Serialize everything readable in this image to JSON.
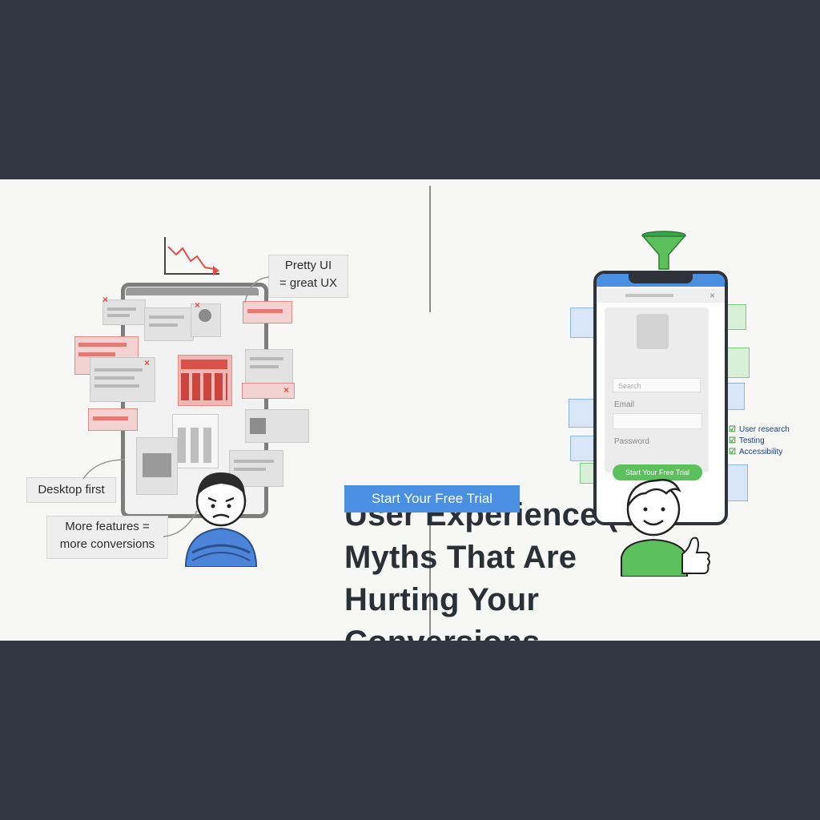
{
  "headline": {
    "line1": "User Experience (UX)",
    "line2": "Myths That Are",
    "line3": "Hurting Your",
    "line4": "Conversions"
  },
  "cta_label": "Start Your Free Trial",
  "myths": {
    "pretty_ui_line1": "Pretty UI",
    "pretty_ui_line2": "= great UX",
    "desktop_first": "Desktop first",
    "more_features_line1": "More features =",
    "more_features_line2": "more conversions"
  },
  "phone_form": {
    "search_placeholder": "Search",
    "email_label": "Email",
    "password_label": "Password",
    "button_label": "Start Your Free Trial"
  },
  "checklist": [
    "User research",
    "Testing",
    "Accessibility"
  ],
  "colors": {
    "background_band": "#323842",
    "canvas": "#f7f7f6",
    "accent_blue": "#4a8fe2",
    "accent_green": "#5cc15c",
    "error_red": "#e4716a"
  },
  "icons": [
    "trend-down-icon",
    "funnel-icon",
    "close-icon",
    "thumbs-up-icon",
    "checkmark-icon"
  ]
}
